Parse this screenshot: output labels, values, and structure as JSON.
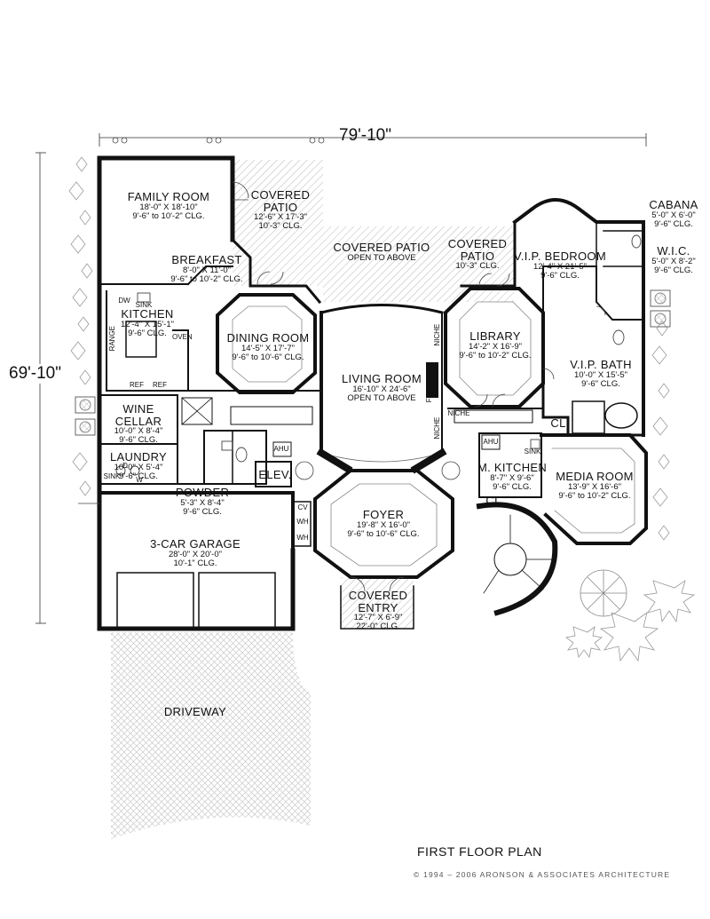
{
  "dimensions": {
    "width": "79'-10\"",
    "depth": "69'-10\""
  },
  "title": "FIRST FLOOR PLAN",
  "copyright": "© 1994 – 2006 ARONSON & ASSOCIATES ARCHITECTURE",
  "rooms": {
    "family_room": {
      "name": "FAMILY ROOM",
      "size": "18'-0\" X 18'-10\"",
      "ceiling": "9'-6\" to 10'-2\" CLG."
    },
    "covered_patio_left": {
      "name_1": "COVERED",
      "name_2": "PATIO",
      "size": "12'-6\" X 17'-3\"",
      "ceiling": "10'-3\" CLG."
    },
    "breakfast": {
      "name": "BREAKFAST",
      "size": "8'-0\" X 11'-0\"",
      "ceiling": "9'-6\" to 10'-2\" CLG."
    },
    "kitchen": {
      "name": "KITCHEN",
      "size": "12'-4\" X 15'-1\"",
      "ceiling": "9'-6\" CLG."
    },
    "dining_room": {
      "name": "DINING ROOM",
      "size": "14'-5\" X 17'-7\"",
      "ceiling": "9'-6\" to 10'-6\" CLG."
    },
    "covered_patio_center": {
      "name": "COVERED PATIO",
      "note": "OPEN TO ABOVE"
    },
    "covered_patio_right": {
      "name_1": "COVERED",
      "name_2": "PATIO",
      "ceiling": "10'-3\" CLG."
    },
    "vip_bedroom": {
      "name": "V.I.P. BEDROOM",
      "size": "12'-4\" X 21'-5\"",
      "ceiling": "9'-6\" CLG."
    },
    "cabana": {
      "name": "CABANA",
      "size": "5'-0\" X 6'-0\"",
      "ceiling": "9'-6\" CLG."
    },
    "wic": {
      "name": "W.I.C.",
      "size": "5'-0\" X 8'-2\"",
      "ceiling": "9'-6\" CLG."
    },
    "library": {
      "name": "LIBRARY",
      "size": "14'-2\" X 16'-9\"",
      "ceiling": "9'-6\" to 10'-2\" CLG."
    },
    "living_room": {
      "name": "LIVING ROOM",
      "size": "16'-10\" X 24'-6\"",
      "note": "OPEN TO ABOVE"
    },
    "vip_bath": {
      "name": "V.I.P. BATH",
      "size": "10'-0\" X 15'-5\"",
      "ceiling": "9'-6\" CLG."
    },
    "wine_cellar": {
      "name_1": "WINE",
      "name_2": "CELLAR",
      "size": "10'-0\" X 8'-4\"",
      "ceiling": "9'-6\" CLG."
    },
    "laundry": {
      "name": "LAUNDRY",
      "size": "10'-0\" X 5'-4\"",
      "ceiling": "9'-6\" CLG."
    },
    "powder": {
      "name": "POWDER",
      "size": "5'-3\" X 8'-4\"",
      "ceiling": "9'-6\" CLG."
    },
    "elev": {
      "name": "ELEV."
    },
    "m_kitchen": {
      "name": "M. KITCHEN",
      "size": "8'-7\" X 9'-6\"",
      "ceiling": "9'-6\" CLG."
    },
    "media_room": {
      "name": "MEDIA ROOM",
      "size": "13'-9\" X 16'-6\"",
      "ceiling": "9'-6\" to 10'-2\" CLG."
    },
    "foyer": {
      "name": "FOYER",
      "size": "19'-8\" X 16'-0\"",
      "ceiling": "9'-6\" to 10'-6\" CLG."
    },
    "garage": {
      "name": "3-CAR GARAGE",
      "size": "28'-0\" X 20'-0\"",
      "ceiling": "10'-1\" CLG."
    },
    "covered_entry": {
      "name_1": "COVERED",
      "name_2": "ENTRY",
      "size": "12'-7\" X 6'-9\"",
      "ceiling": "22'-0\" CLG."
    },
    "driveway": {
      "name": "DRIVEWAY"
    }
  },
  "small_labels": {
    "cl_1": "CL",
    "cl_2": "CL",
    "ahu_1": "AHU",
    "ahu_2": "AHU",
    "sink_1": "SINK",
    "sink_2": "SINK",
    "sink_3": "SINK",
    "dw": "DW",
    "oven": "OVEN",
    "ref_1": "REF",
    "ref_2": "REF",
    "range": "RANGE",
    "niche_1": "NICHE",
    "niche_2": "NICHE",
    "niche_3": "NICHE",
    "fireplace": "FIREPLACE",
    "cv": "CV",
    "wh_1": "WH",
    "wh_2": "WH",
    "w": "W",
    "d": "D"
  }
}
